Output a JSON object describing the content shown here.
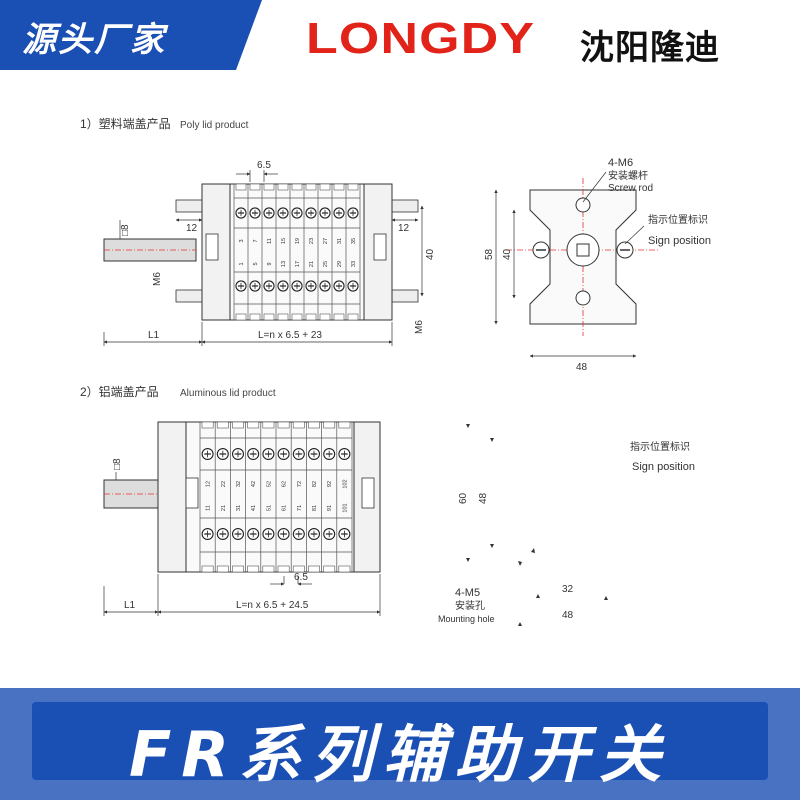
{
  "header": {
    "badge": "源头厂家",
    "brand": "LONGDY",
    "brand_cn": "沈阳隆迪"
  },
  "section1": {
    "title_cn": "1）塑料端盖产品",
    "title_en": "Poly lid product",
    "dim_pitch": "6.5",
    "dim_square": "□8",
    "dim_12_left": "12",
    "dim_12_right": "12",
    "dim_m6_left": "M6",
    "dim_m6_right": "M6",
    "dim_40": "40",
    "dim_l1": "L1",
    "dim_length": "L=n x 6.5 + 23",
    "terminals_top": [
      "3",
      "7",
      "11",
      "15",
      "19",
      "23",
      "27",
      "31",
      "35"
    ],
    "terminals_bottom": [
      "1",
      "5",
      "9",
      "13",
      "17",
      "21",
      "25",
      "29",
      "33"
    ]
  },
  "front1": {
    "screw_label": "4-M6",
    "screw_cn": "安装螺杆",
    "screw_en": "Screw rod",
    "sign_cn": "指示位置标识",
    "sign_en": "Sign position",
    "dim_58": "58",
    "dim_40": "40",
    "dim_48": "48"
  },
  "section2": {
    "title_cn": "2）铝端盖产品",
    "title_en": "Aluminous lid product",
    "dim_square": "□8",
    "dim_pitch": "6.5",
    "dim_l1": "L1",
    "dim_length": "L=n x 6.5 + 24.5",
    "terminals_top": [
      "12",
      "22",
      "32",
      "42",
      "52",
      "62",
      "72",
      "82",
      "92",
      "102"
    ],
    "terminals_bottom": [
      "11",
      "21",
      "31",
      "41",
      "51",
      "61",
      "71",
      "81",
      "91",
      "101"
    ]
  },
  "front2": {
    "sign_cn": "指示位置标识",
    "sign_en": "Sign position",
    "dim_60": "60",
    "dim_48": "48",
    "hole_label": "4-M5",
    "hole_cn": "安装孔",
    "hole_en": "Mounting hole",
    "dim_32": "32",
    "dim_48b": "48"
  },
  "footer": {
    "title": "FR系列辅助开关"
  },
  "colors": {
    "banner_blue": "#1a4fb3",
    "brand_red": "#e2231a",
    "center_line_red": "#e83030"
  }
}
